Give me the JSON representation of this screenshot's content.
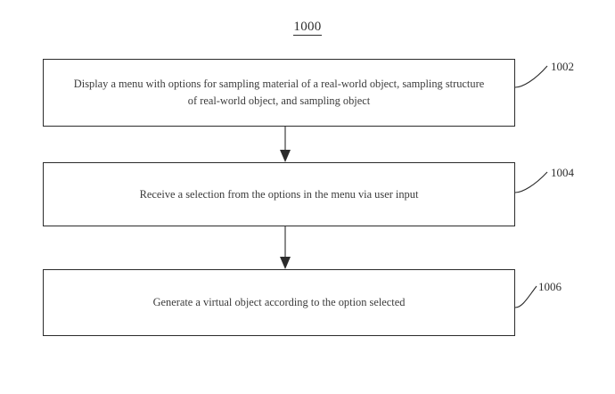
{
  "figure": {
    "number": "1000",
    "background_color": "#ffffff",
    "line_color": "#2b2b2b",
    "text_color": "#3b3b3b"
  },
  "steps": [
    {
      "ref": "1002",
      "text": "Display a menu with options for sampling material of a real-world object, sampling structure of real-world object, and sampling object"
    },
    {
      "ref": "1004",
      "text": "Receive a selection from the options in the menu via user input"
    },
    {
      "ref": "1006",
      "text": "Generate a virtual object according to the option selected"
    }
  ],
  "connectors": [
    {
      "name": "arrow-1002-to-1004"
    },
    {
      "name": "arrow-1004-to-1006"
    }
  ]
}
